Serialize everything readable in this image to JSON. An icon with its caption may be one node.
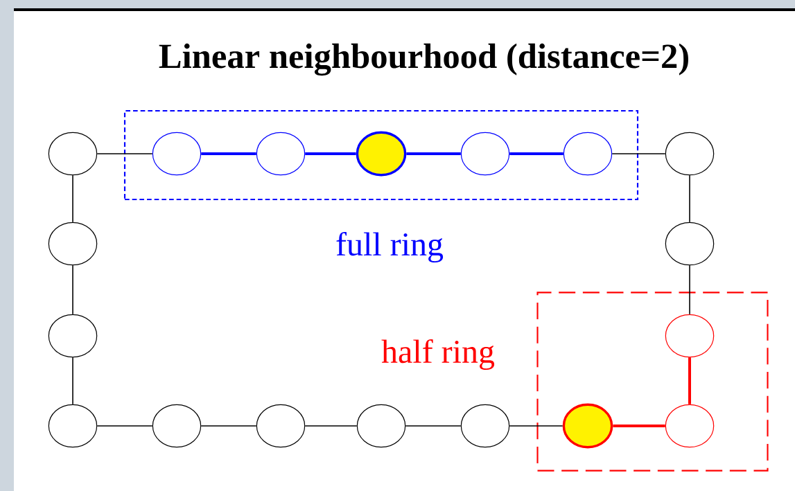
{
  "diagram": {
    "title": "Linear neighbourhood (distance=2)",
    "nodes": [
      {
        "text": [],
        "shape": "box",
        "beside": [
          "full ring"
        ]
      },
      {
        "text": [],
        "shape": "circle"
      },
      {
        "text": [],
        "shape": "circle",
        "in": 0
      },
      {
        "text": [],
        "shape": "circle",
        "in": 0
      },
      {
        "text": [],
        "shape": "circle",
        "in": 0
      },
      {
        "text": [],
        "shape": "circle",
        "in": 0
      },
      {
        "text": [],
        "shape": "circle",
        "in": 0
      },
      {
        "text": [],
        "shape": "circle"
      },
      {
        "text": [],
        "shape": "circle"
      },
      {
        "text": [],
        "shape": "circle"
      },
      {
        "text": [],
        "shape": "circle"
      },
      {
        "text": [],
        "shape": "box",
        "beside": [
          "half ring"
        ]
      },
      {
        "text": [],
        "shape": "circle",
        "in": 11
      },
      {
        "text": [],
        "shape": "circle"
      },
      {
        "text": [],
        "shape": "circle"
      },
      {
        "text": [],
        "shape": "circle"
      },
      {
        "text": [],
        "shape": "circle"
      },
      {
        "text": [],
        "shape": "circle"
      },
      {
        "text": [],
        "shape": "circle",
        "in": 11
      },
      {
        "text": [],
        "shape": "circle",
        "in": 11
      }
    ],
    "edges": [
      {
        "from": 1,
        "to": 2,
        "arrow": "none"
      },
      {
        "from": 2,
        "to": 3,
        "arrow": "none",
        "style": "thick",
        "color": "#0000ff"
      },
      {
        "from": 3,
        "to": 4,
        "arrow": "none",
        "style": "thick",
        "color": "#0000ff"
      },
      {
        "from": 4,
        "to": 5,
        "arrow": "none",
        "style": "thick",
        "color": "#0000ff"
      },
      {
        "from": 5,
        "to": 6,
        "arrow": "none",
        "style": "thick",
        "color": "#0000ff"
      },
      {
        "from": 6,
        "to": 7,
        "arrow": "none"
      },
      {
        "from": 7,
        "to": 10,
        "arrow": "none"
      },
      {
        "from": 10,
        "to": 12,
        "arrow": "none"
      },
      {
        "from": 12,
        "to": 19,
        "arrow": "none",
        "style": "thick",
        "color": "#ff0000"
      },
      {
        "from": 19,
        "to": 18,
        "arrow": "none",
        "style": "thick",
        "color": "#ff0000"
      },
      {
        "from": 18,
        "to": 17,
        "arrow": "none"
      },
      {
        "from": 17,
        "to": 16,
        "arrow": "none"
      },
      {
        "from": 16,
        "to": 15,
        "arrow": "none"
      },
      {
        "from": 15,
        "to": 14,
        "arrow": "none"
      },
      {
        "from": 14,
        "to": 13,
        "arrow": "none"
      },
      {
        "from": 13,
        "to": 9,
        "arrow": "none"
      },
      {
        "from": 9,
        "to": 8,
        "arrow": "none"
      },
      {
        "from": 8,
        "to": 1,
        "arrow": "none"
      }
    ]
  }
}
